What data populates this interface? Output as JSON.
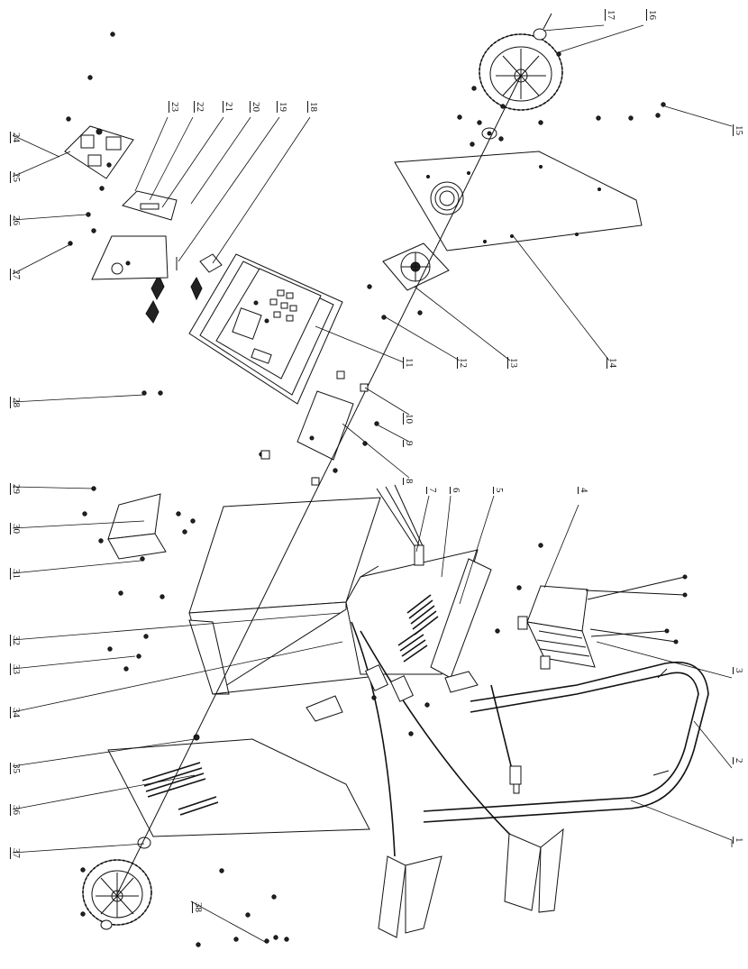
{
  "callouts": [
    {
      "id": "1",
      "text": "1"
    },
    {
      "id": "2",
      "text": "2"
    },
    {
      "id": "3",
      "text": "3"
    },
    {
      "id": "4",
      "text": "4"
    },
    {
      "id": "5",
      "text": "5"
    },
    {
      "id": "6",
      "text": "6"
    },
    {
      "id": "7",
      "text": "7"
    },
    {
      "id": "8",
      "text": "8"
    },
    {
      "id": "9",
      "text": "9"
    },
    {
      "id": "10",
      "text": "10"
    },
    {
      "id": "11",
      "text": "11"
    },
    {
      "id": "12",
      "text": "12"
    },
    {
      "id": "13",
      "text": "13"
    },
    {
      "id": "14",
      "text": "14"
    },
    {
      "id": "15",
      "text": "15"
    },
    {
      "id": "16",
      "text": "16"
    },
    {
      "id": "17",
      "text": "17"
    },
    {
      "id": "18",
      "text": "18"
    },
    {
      "id": "19",
      "text": "19"
    },
    {
      "id": "20",
      "text": "20"
    },
    {
      "id": "21",
      "text": "21"
    },
    {
      "id": "22",
      "text": "22"
    },
    {
      "id": "23",
      "text": "23"
    },
    {
      "id": "24",
      "text": "24"
    },
    {
      "id": "25",
      "text": "25"
    },
    {
      "id": "26",
      "text": "26"
    },
    {
      "id": "27",
      "text": "27"
    },
    {
      "id": "28",
      "text": "28"
    },
    {
      "id": "29",
      "text": "29"
    },
    {
      "id": "30",
      "text": "30"
    },
    {
      "id": "31",
      "text": "31"
    },
    {
      "id": "32",
      "text": "32"
    },
    {
      "id": "33",
      "text": "33"
    },
    {
      "id": "34",
      "text": "34"
    },
    {
      "id": "35",
      "text": "35"
    },
    {
      "id": "36",
      "text": "36"
    },
    {
      "id": "37",
      "text": "37"
    },
    {
      "id": "38",
      "text": "38"
    }
  ]
}
